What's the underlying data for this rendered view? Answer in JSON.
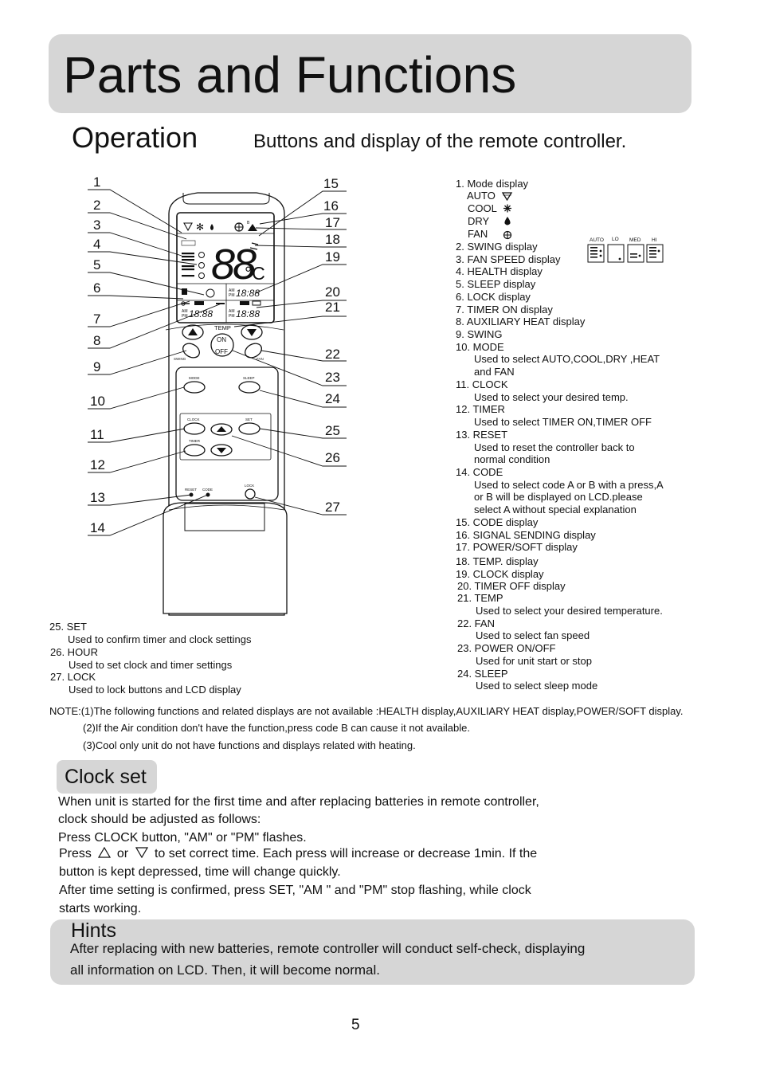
{
  "page_title": "Parts and Functions",
  "operation": {
    "heading": "Operation",
    "subheading": "Buttons and display of the remote controller."
  },
  "callouts_left": [
    "1",
    "2",
    "3",
    "4",
    "5",
    "6",
    "7",
    "8",
    "9",
    "10",
    "11",
    "12",
    "13",
    "14"
  ],
  "callouts_right": [
    "15",
    "16",
    "17",
    "18",
    "19",
    "20",
    "21",
    "22",
    "23",
    "24",
    "25",
    "26",
    "27"
  ],
  "remote": {
    "temp_label": "TEMP",
    "on_label": "ON",
    "off_label": "OFF",
    "swing_label": "SWING",
    "fan_label": "FAN",
    "mode_label": "MODE",
    "sleep_label": "SLEEP",
    "clock_label": "CLOCK",
    "set_label": "SET",
    "timer_label": "TIMER",
    "reset_label": "RESET",
    "code_label": "CODE",
    "lock_label": "LOCK",
    "lcd": {
      "temp_digits": "88",
      "degree_unit": "°C",
      "am": "AM",
      "pm": "PM",
      "clock_digits": "18:88",
      "timer_on_digits": "18:88",
      "timer_off_digits": "18:88",
      "auto_badge": "AUTO",
      "code_b": "B"
    }
  },
  "fan_speed_labels": [
    "AUTO",
    "LO",
    "MED",
    "HI"
  ],
  "functions": [
    "1. Mode display",
    "AUTO",
    "COOL",
    "DRY",
    "FAN",
    "2. SWING display",
    "3. FAN SPEED display",
    "4. HEALTH display",
    "5. SLEEP display",
    "6. LOCK display",
    "7. TIMER ON display",
    "8. AUXILIARY HEAT display",
    "9. SWING",
    "10. MODE",
    "Used to select AUTO,COOL,DRY ,HEAT",
    "and FAN",
    "11. CLOCK",
    "Used to select your desired temp.",
    "12. TIMER",
    "Used to select TIMER ON,TIMER OFF",
    "13. RESET",
    "Used to reset the controller back to",
    "normal condition",
    "14. CODE",
    "Used to select code A or B with a press,A",
    "or B will be displayed on LCD.please",
    "select A without special explanation",
    "15. CODE display",
    "16. SIGNAL SENDING display",
    "17. POWER/SOFT display",
    "18. TEMP. display",
    "19. CLOCK display",
    "20. TIMER OFF display",
    "21. TEMP",
    "Used to select your desired temperature.",
    "22. FAN",
    "Used to select fan speed",
    "23. POWER ON/OFF",
    "Used for unit start or stop",
    "24. SLEEP",
    "Used to select sleep mode"
  ],
  "legend_lower": [
    "25. SET",
    "Used to confirm timer and clock settings",
    "26. HOUR",
    "Used to set clock and timer settings",
    "27. LOCK",
    "Used to lock buttons and LCD display"
  ],
  "notes": [
    "NOTE:(1)The following functions and related displays are not available :HEALTH display,AUXILIARY HEAT display,POWER/SOFT display.",
    "(2)If the Air condition don't have the function,press code B can cause it not available.",
    "(3)Cool only unit do not have functions and displays related with heating."
  ],
  "clock_set": {
    "heading": "Clock set",
    "line1": "When unit is started for the first time and after replacing batteries in remote controller,",
    "line2": "clock should be adjusted as follows:",
    "line3": "Press CLOCK button, \"AM\" or \"PM\" flashes.",
    "line4_a": "Press",
    "line4_b": "or",
    "line4_c": "to set correct time. Each press will increase or decrease 1min. If the",
    "line5": "button is kept depressed, time will change quickly.",
    "line6": "After time setting is confirmed, press SET, \"AM \" and \"PM\" stop flashing, while clock",
    "line7": "starts working."
  },
  "hints": {
    "heading": "Hints",
    "line1": "After replacing with new batteries, remote controller will conduct self-check, displaying",
    "line2": "all information on LCD. Then, it will become normal."
  },
  "page_number": "5"
}
